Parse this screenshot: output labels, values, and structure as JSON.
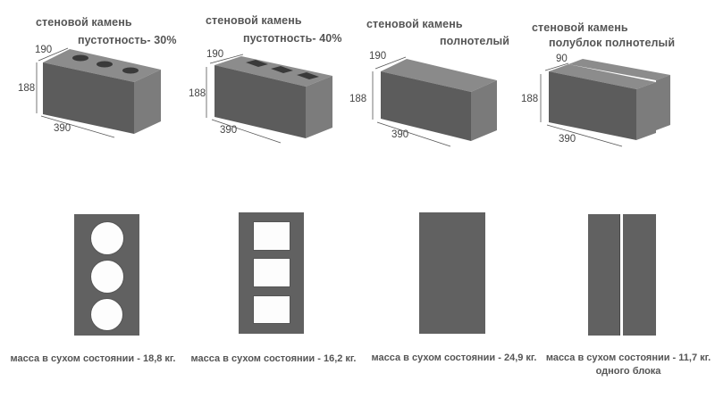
{
  "blocks": [
    {
      "title_line1": "стеновой камень",
      "title_line2": "пустотность- 30%",
      "dims": {
        "width": "190",
        "height": "188",
        "length": "390"
      },
      "plan_type": "three-round-voids",
      "caption_line1": "масса в сухом состоянии - 18,8 кг.",
      "caption_line2": ""
    },
    {
      "title_line1": "стеновой камень",
      "title_line2": "пустотность- 40%",
      "dims": {
        "width": "190",
        "height": "188",
        "length": "390"
      },
      "plan_type": "three-square-voids",
      "caption_line1": "масса в сухом состоянии - 16,2 кг.",
      "caption_line2": ""
    },
    {
      "title_line1": "стеновой камень",
      "title_line2": "полнотелый",
      "dims": {
        "width": "190",
        "height": "188",
        "length": "390"
      },
      "plan_type": "solid",
      "caption_line1": "масса в сухом состоянии - 24,9 кг.",
      "caption_line2": ""
    },
    {
      "title_line1": "стеновой камень",
      "title_line2": "полублок полнотелый",
      "dims": {
        "width": "90",
        "height": "188",
        "length": "390"
      },
      "plan_type": "two-half-blocks",
      "caption_line1": "масса в сухом состоянии - 11,7 кг.",
      "caption_line2": "одного блока"
    }
  ],
  "colors": {
    "block_face": "#5a5a5a",
    "block_top": "#8a8a8a",
    "block_side": "#7a7a7a",
    "plan_fill": "#616161",
    "text": "#555555"
  }
}
